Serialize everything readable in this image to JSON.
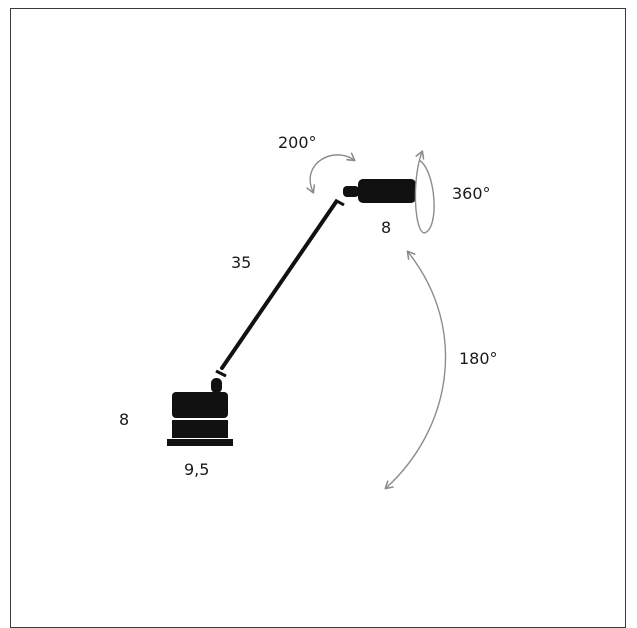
{
  "labels": {
    "head_rotation": "200°",
    "head_spin": "360°",
    "head_width": "8",
    "arm_length": "35",
    "arm_swing": "180°",
    "base_height": "8",
    "base_width": "9,5"
  },
  "colors": {
    "lamp_body": "#111111",
    "arrow": "#8c8c8c",
    "frame": "#3a3a3a",
    "text": "#1a1a1a"
  }
}
